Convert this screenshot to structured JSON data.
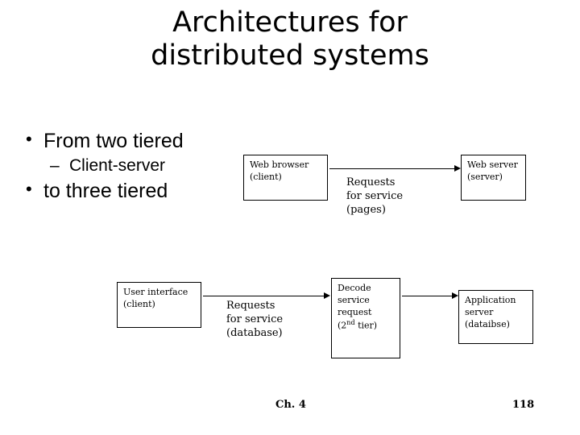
{
  "slide": {
    "title_line1": "Architectures for",
    "title_line2": "distributed systems",
    "bullets": [
      {
        "level": 1,
        "marker": "•",
        "text": "From two tiered"
      },
      {
        "level": 2,
        "marker": "–",
        "text": "Client-server"
      },
      {
        "level": 1,
        "marker": "•",
        "text": "to three tiered"
      }
    ],
    "footer": {
      "chapter": "Ch. 4",
      "page_number": "118"
    }
  },
  "diagram_two_tier": {
    "boxes": [
      {
        "line1": "Web browser",
        "line2": "(client)"
      },
      {
        "line1": "Web server",
        "line2": "(server)"
      }
    ],
    "label": {
      "line1": "Requests",
      "line2": "for service",
      "line3": "(pages)"
    }
  },
  "diagram_three_tier": {
    "boxes": [
      {
        "line1": "User interface",
        "line2": "(client)"
      },
      {
        "line1": "Decode",
        "line2": "service",
        "line3": "request",
        "line4_pre": "(2",
        "line4_sup": "nd",
        "line4_post": " tier)"
      },
      {
        "line1": "Application",
        "line2": "server",
        "line3": "(dataibse)"
      }
    ],
    "label": {
      "line1": "Requests",
      "line2": "for service",
      "line3": "(database)"
    }
  }
}
